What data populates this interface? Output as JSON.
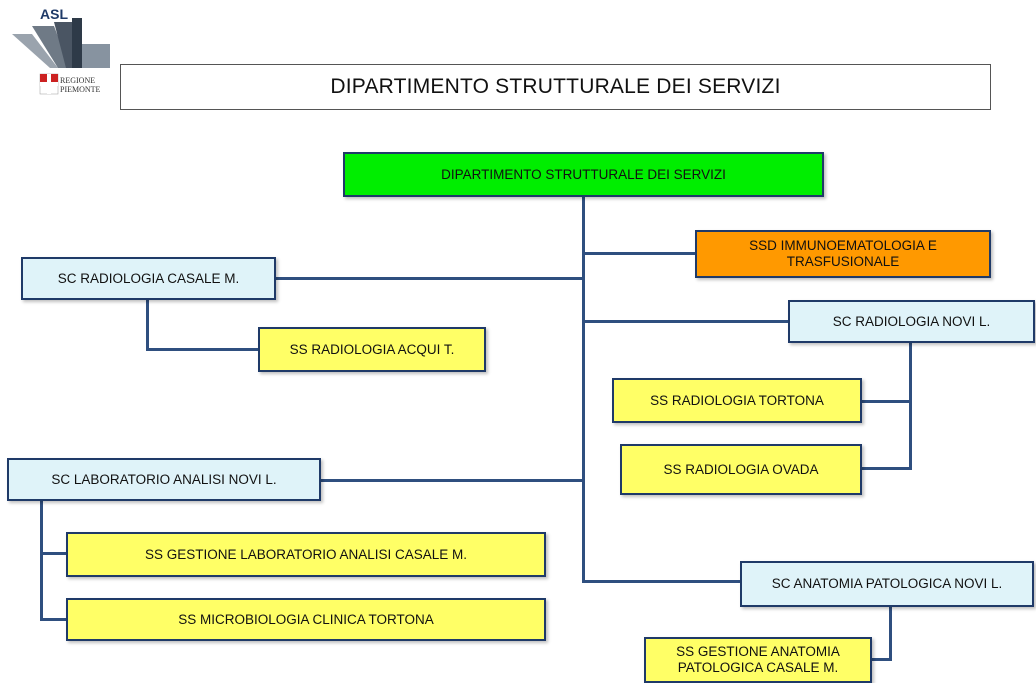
{
  "header": {
    "logo_text": "ASL",
    "logo_region_line1": "REGIONE",
    "logo_region_line2": "PIEMONTE",
    "title": "DIPARTIMENTO STRUTTURALE DEI SERVIZI"
  },
  "colors": {
    "root": "#00ee00",
    "orange": "#ff9900",
    "light_blue": "#dff3f9",
    "yellow": "#ffff66",
    "border": "#1f3a68",
    "line": "#2f4f7f"
  },
  "chart": {
    "root": "DIPARTIMENTO STRUTTURALE DEI SERVIZI",
    "ssd_immuno_line1": "SSD IMMUNOEMATOLOGIA E",
    "ssd_immuno_line2": "TRASFUSIONALE",
    "sc_radiologia_casale": "SC RADIOLOGIA CASALE M.",
    "ss_radiologia_acqui": "SS RADIOLOGIA ACQUI T.",
    "sc_radiologia_novi": "SC RADIOLOGIA NOVI L.",
    "ss_radiologia_tortona": "SS RADIOLOGIA TORTONA",
    "ss_radiologia_ovada": "SS RADIOLOGIA OVADA",
    "sc_laboratorio_novi": "SC LABORATORIO ANALISI NOVI L.",
    "ss_gestione_laboratorio": "SS GESTIONE LABORATORIO ANALISI CASALE M.",
    "ss_microbiologia": "SS MICROBIOLOGIA CLINICA TORTONA",
    "sc_anatomia_novi": "SC ANATOMIA PATOLOGICA NOVI L.",
    "ss_gestione_anatomia_line1": "SS GESTIONE ANATOMIA",
    "ss_gestione_anatomia_line2": "PATOLOGICA CASALE M."
  }
}
